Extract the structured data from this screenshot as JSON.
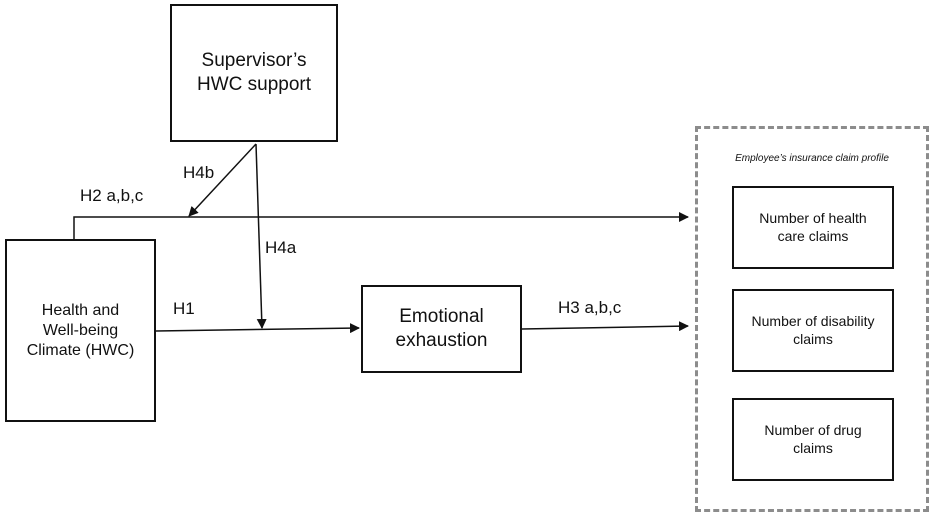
{
  "nodes": {
    "supervisor": [
      "Supervisor’s",
      "HWC support"
    ],
    "hwc": [
      "Health and",
      "Well-being",
      "Climate (HWC)"
    ],
    "emotional": [
      "Emotional",
      "exhaustion"
    ]
  },
  "profile": {
    "title": "Employee’s insurance claim profile",
    "claims": [
      [
        "Number of health",
        "care claims"
      ],
      [
        "Number of disability",
        "claims"
      ],
      [
        "Number of drug",
        "claims"
      ]
    ]
  },
  "hypotheses": {
    "h2": "H2 a,b,c",
    "h4b": "H4b",
    "h4a": "H4a",
    "h1": "H1",
    "h3": "H3 a,b,c"
  }
}
